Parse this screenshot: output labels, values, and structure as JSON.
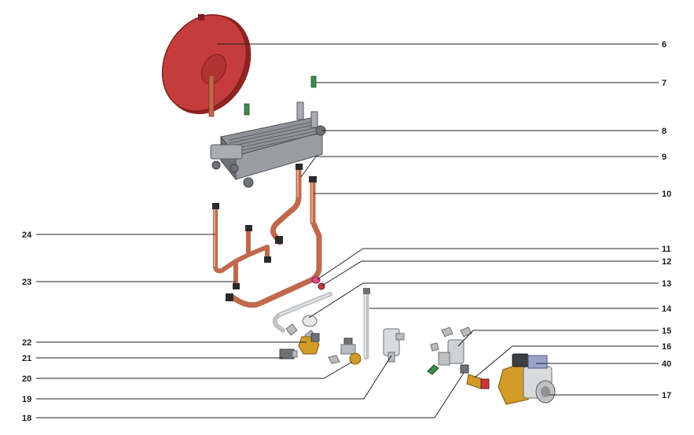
{
  "diagram": {
    "callouts": [
      {
        "id": "6",
        "label": "6",
        "part": "expansion-vessel"
      },
      {
        "id": "7",
        "label": "7",
        "part": "sensor-clip"
      },
      {
        "id": "8",
        "label": "8",
        "part": "heat-exchanger"
      },
      {
        "id": "9",
        "label": "9",
        "part": "flow-pipe"
      },
      {
        "id": "10",
        "label": "10",
        "part": "return-pipe"
      },
      {
        "id": "11",
        "label": "11",
        "part": "pipe-clip"
      },
      {
        "id": "12",
        "label": "12",
        "part": "pipe-seal"
      },
      {
        "id": "13",
        "label": "13",
        "part": "pressure-gauge-pipe"
      },
      {
        "id": "14",
        "label": "14",
        "part": "bypass-pipe"
      },
      {
        "id": "15",
        "label": "15",
        "part": "valve-body"
      },
      {
        "id": "16",
        "label": "16",
        "part": "safety-valve"
      },
      {
        "id": "40",
        "label": "40",
        "part": "pump-head"
      },
      {
        "id": "17",
        "label": "17",
        "part": "circulation-pump"
      },
      {
        "id": "18",
        "label": "18",
        "part": "bottom-fitting"
      },
      {
        "id": "19",
        "label": "19",
        "part": "filter-housing"
      },
      {
        "id": "20",
        "label": "20",
        "part": "drain-valve"
      },
      {
        "id": "21",
        "label": "21",
        "part": "union-fitting"
      },
      {
        "id": "22",
        "label": "22",
        "part": "brass-fitting"
      },
      {
        "id": "23",
        "label": "23",
        "part": "lower-pipe"
      },
      {
        "id": "24",
        "label": "24",
        "part": "u-pipe"
      }
    ],
    "colors": {
      "vessel": "#c63c3c",
      "copper": "#c0694c",
      "grey": "#b9bcbf",
      "brass": "#d39a2a",
      "sensor": "#3f8a4a"
    }
  }
}
